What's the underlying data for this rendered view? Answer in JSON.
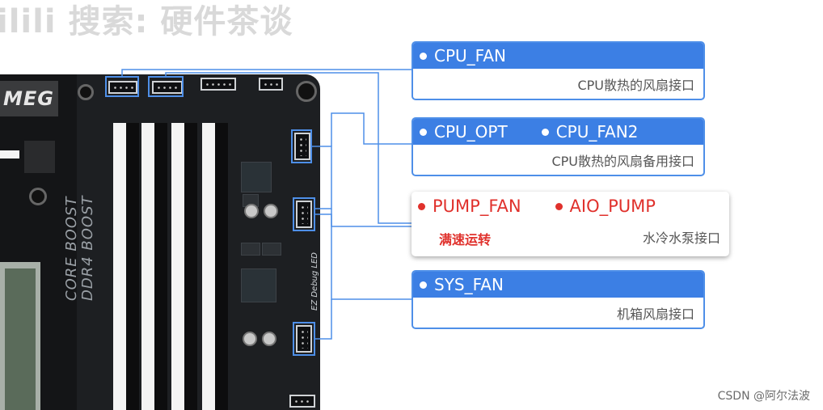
{
  "watermark": "ilili 搜索: 硬件茶谈",
  "board": {
    "logo": "MEG",
    "vertical_text_1": "CORE BOOST",
    "vertical_text_2": "DDR4 BOOST",
    "ez_led": "EZ Debug LED"
  },
  "callouts": [
    {
      "items": [
        "CPU_FAN"
      ],
      "desc": "CPU散热的风扇接口"
    },
    {
      "items": [
        "CPU_OPT",
        "CPU_FAN2"
      ],
      "desc": "CPU散热的风扇备用接口"
    },
    {
      "items": [
        "PUMP_FAN",
        "AIO_PUMP"
      ],
      "sub": "满速运转",
      "desc": "水冷水泵接口"
    },
    {
      "items": [
        "SYS_FAN"
      ],
      "desc": "机箱风扇接口"
    }
  ],
  "colors": {
    "accent_blue": "#3c7fe4",
    "line_blue": "#4e8fe8",
    "highlight_red": "#e0312c"
  },
  "credit": "CSDN @阿尔法波"
}
